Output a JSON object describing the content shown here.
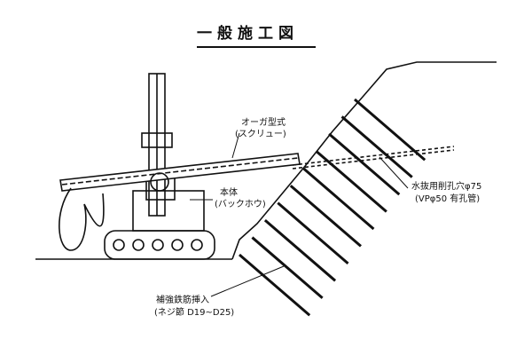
{
  "title": "一般施工図",
  "labels": {
    "auger": "オーガ型式",
    "auger_type": "(スクリュー)",
    "body": "本体",
    "body_type": "(バックホウ)",
    "drain_hole": "水抜用削孔穴φ75",
    "drain_pipe": "(VPφ50 有孔管)",
    "rebar": "補強鉄筋挿入",
    "rebar_spec": "(ネジ節 D19~D25)"
  },
  "colors": {
    "ink": "#111111",
    "paper": "#ffffff"
  },
  "rebar_count": 10
}
